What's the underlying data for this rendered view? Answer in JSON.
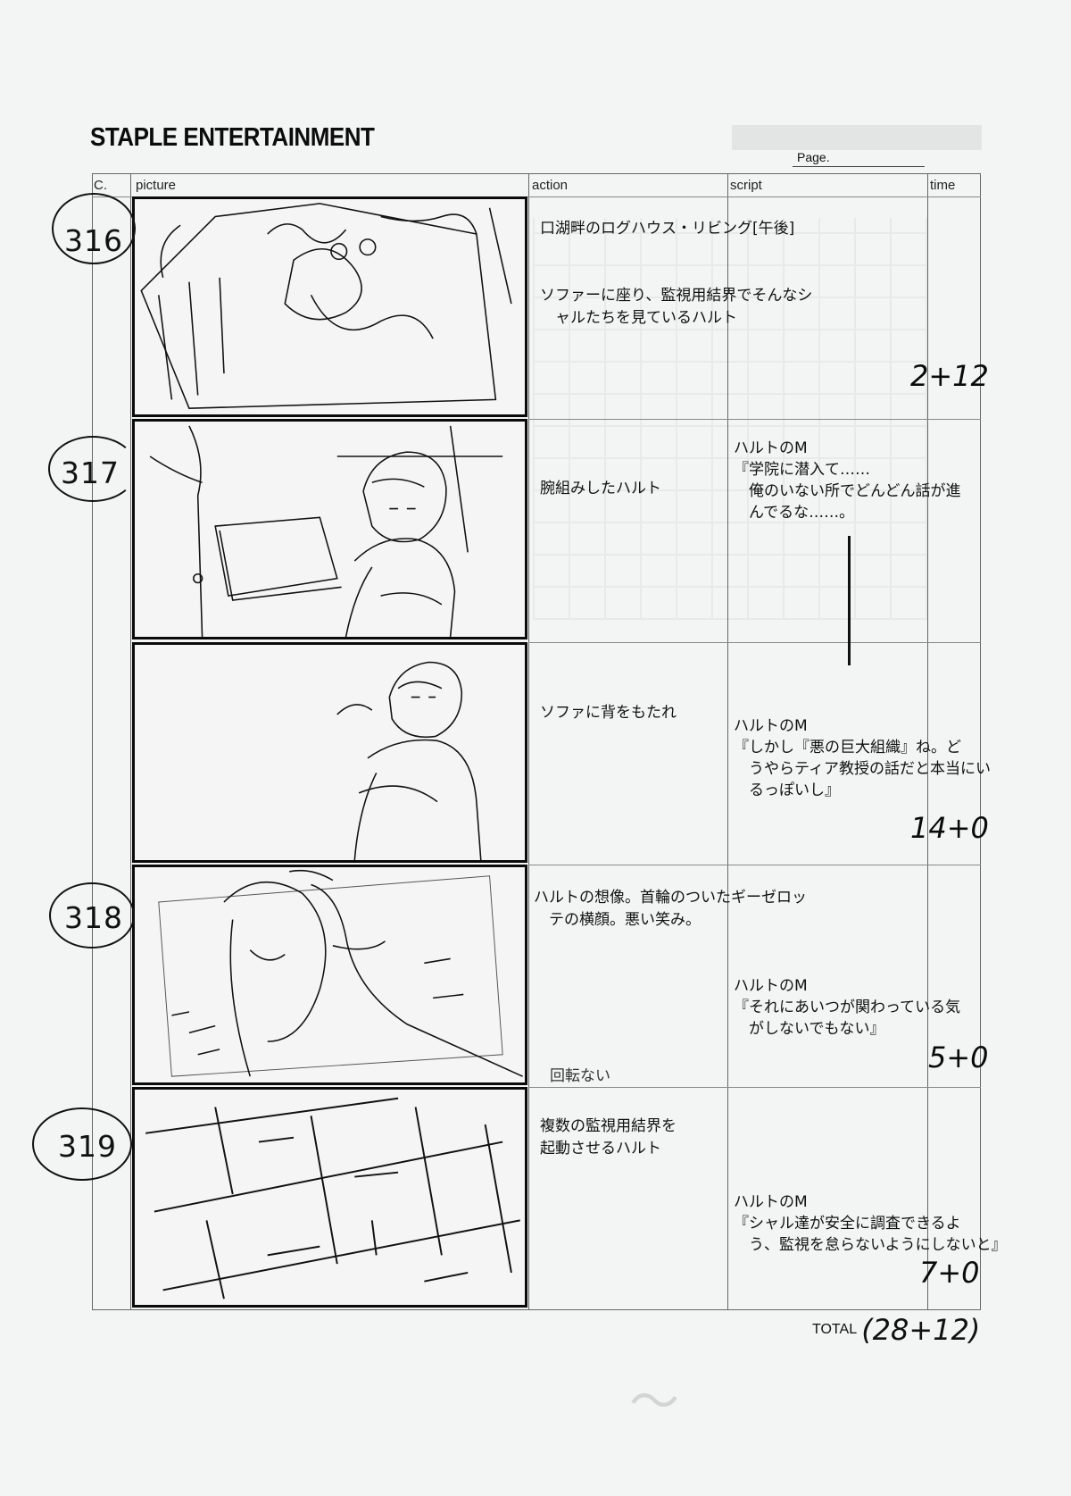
{
  "header": {
    "brand": "STAPLE ENTERTAINMENT",
    "page_label": "Page."
  },
  "columns": {
    "cut": "C.",
    "picture": "picture",
    "action": "action",
    "script": "script",
    "time": "time"
  },
  "rows": [
    {
      "cut": "316",
      "action": [
        "口湖畔のログハウス・リビング[午後]",
        "",
        "",
        "ソファーに座り、監視用結界でそんなシ",
        "　ャルたちを見ているハルト"
      ],
      "script": [],
      "time": "2+12"
    },
    {
      "cut": "317",
      "action": [
        "腕組みしたハルト"
      ],
      "script": [
        "ハルトのM",
        "『学院に潜入て……",
        "　俺のいない所でどんどん話が進",
        "　んでるな……。"
      ],
      "time": ""
    },
    {
      "cut": "",
      "action": [
        "ソファに背をもたれ"
      ],
      "script": [
        "ハルトのM",
        "『しかし『悪の巨大組織』ね。ど",
        "　うやらティア教授の話だと本当にい",
        "　るっぽいし』"
      ],
      "time": "14+0"
    },
    {
      "cut": "318",
      "action": [
        "ハルトの想像。首輪のついたギーゼロッ",
        "　テの横顔。悪い笑み。"
      ],
      "script": [
        "ハルトのM",
        "『それにあいつが関わっている気",
        "　がしないでもない』"
      ],
      "time": "5+0"
    },
    {
      "cut": "319",
      "action": [
        "複数の監視用結界を",
        "起動させるハルト"
      ],
      "script": [
        "ハルトのM",
        "『シャル達が安全に調査できるよ",
        "　う、監視を怠らないようにしないと』"
      ],
      "time": "7+0"
    }
  ],
  "annotations": {
    "rotate_note": "回転ない"
  },
  "total": {
    "label": "TOTAL",
    "value": "(28+12)"
  }
}
